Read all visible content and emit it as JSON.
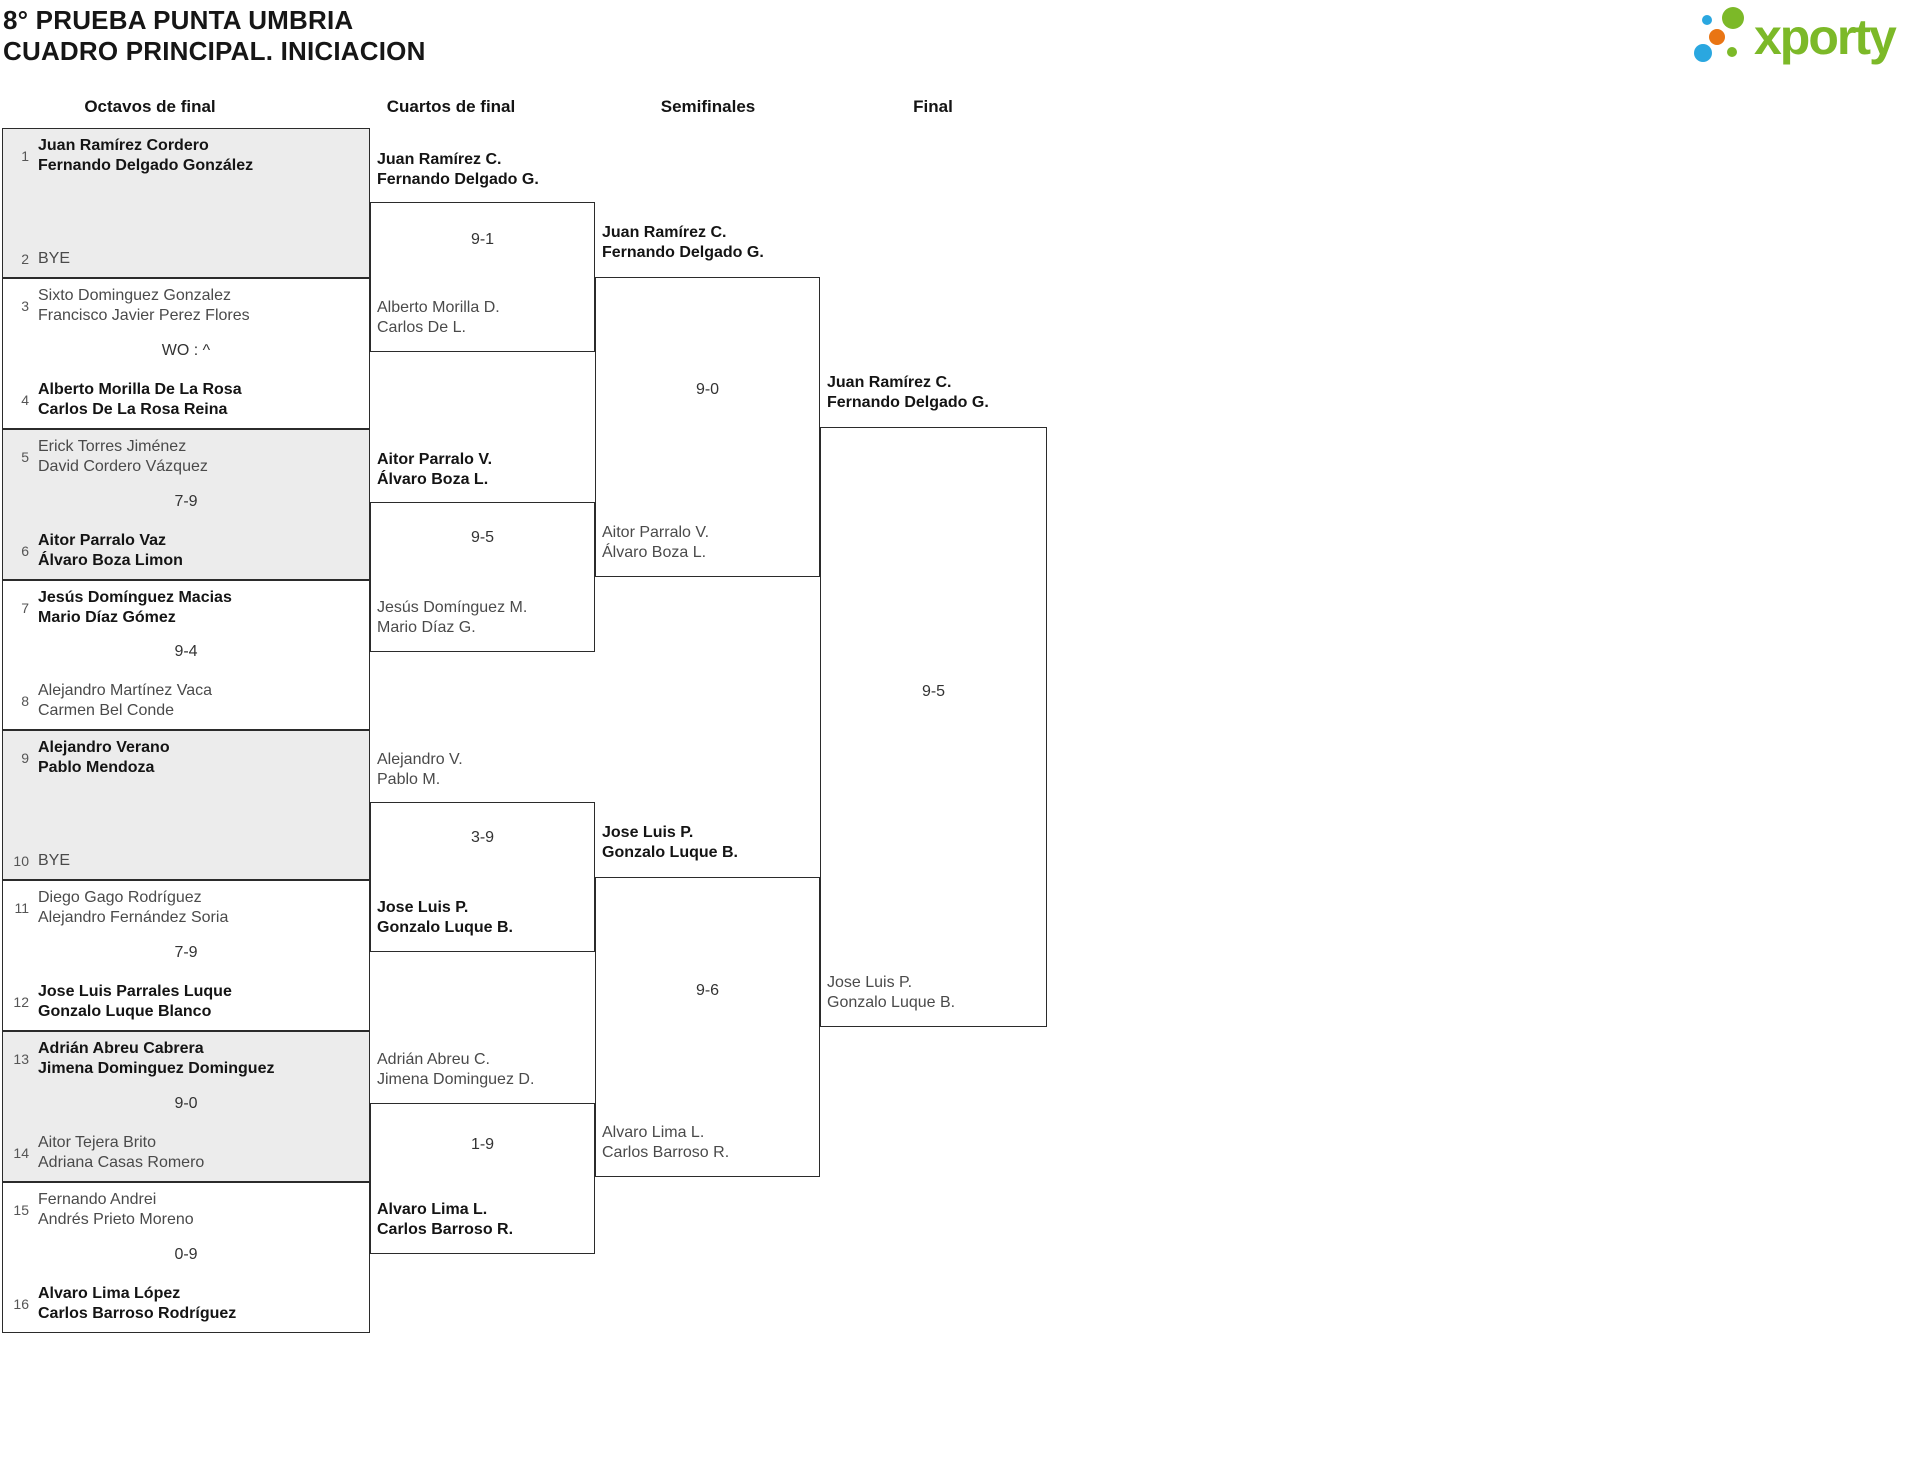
{
  "header": {
    "title_line1": "8° PRUEBA PUNTA UMBRIA",
    "title_line2": "CUADRO PRINCIPAL. INICIACION"
  },
  "logo": {
    "brand": "xporty",
    "colors": {
      "green": "#7cb928",
      "blue": "#2aa7e0",
      "orange": "#e97514"
    }
  },
  "round_headers": [
    "Octavos de final",
    "Cuartos de final",
    "Semifinales",
    "Final"
  ],
  "octavos": [
    {
      "top_seed": "1",
      "top_names": [
        "Juan Ramírez Cordero",
        "Fernando Delgado González"
      ],
      "score": "",
      "bottom_seed": "2",
      "bottom_names": [
        "BYE"
      ]
    },
    {
      "top_seed": "3",
      "top_names": [
        "Sixto Dominguez Gonzalez",
        "Francisco Javier Perez Flores"
      ],
      "score": "WO : ^",
      "bottom_seed": "4",
      "bottom_names": [
        "Alberto Morilla De La Rosa",
        "Carlos De La Rosa Reina"
      ]
    },
    {
      "top_seed": "5",
      "top_names": [
        "Erick Torres Jiménez",
        "David Cordero Vázquez"
      ],
      "score": "7-9",
      "bottom_seed": "6",
      "bottom_names": [
        "Aitor Parralo Vaz",
        "Álvaro Boza Limon"
      ]
    },
    {
      "top_seed": "7",
      "top_names": [
        "Jesús Domínguez Macias",
        "Mario Díaz Gómez"
      ],
      "score": "9-4",
      "bottom_seed": "8",
      "bottom_names": [
        "Alejandro Martínez Vaca",
        "Carmen Bel Conde"
      ]
    },
    {
      "top_seed": "9",
      "top_names": [
        "Alejandro Verano",
        "Pablo Mendoza"
      ],
      "score": "",
      "bottom_seed": "10",
      "bottom_names": [
        "BYE"
      ]
    },
    {
      "top_seed": "11",
      "top_names": [
        "Diego Gago Rodríguez",
        "Alejandro Fernández Soria"
      ],
      "score": "7-9",
      "bottom_seed": "12",
      "bottom_names": [
        "Jose Luis Parrales Luque",
        "Gonzalo Luque Blanco"
      ]
    },
    {
      "top_seed": "13",
      "top_names": [
        "Adrián Abreu Cabrera",
        "Jimena Dominguez Dominguez"
      ],
      "score": "9-0",
      "bottom_seed": "14",
      "bottom_names": [
        "Aitor Tejera Brito",
        "Adriana Casas Romero"
      ]
    },
    {
      "top_seed": "15",
      "top_names": [
        "Fernando Andrei",
        "Andrés Prieto Moreno"
      ],
      "score": "0-9",
      "bottom_seed": "16",
      "bottom_names": [
        "Alvaro Lima López",
        "Carlos Barroso Rodríguez"
      ]
    }
  ],
  "cuartos": [
    {
      "top_names": [
        "Juan Ramírez C.",
        "Fernando Delgado G."
      ],
      "score": "9-1",
      "bottom_names": [
        "Alberto Morilla D.",
        "Carlos De L."
      ]
    },
    {
      "top_names": [
        "Aitor Parralo V.",
        "Álvaro Boza L."
      ],
      "score": "9-5",
      "bottom_names": [
        "Jesús Domínguez M.",
        "Mario Díaz G."
      ]
    },
    {
      "top_names": [
        "Alejandro V.",
        "Pablo M."
      ],
      "score": "3-9",
      "bottom_names": [
        "Jose Luis P.",
        "Gonzalo Luque B."
      ]
    },
    {
      "top_names": [
        "Adrián Abreu C.",
        "Jimena Dominguez D."
      ],
      "score": "1-9",
      "bottom_names": [
        "Alvaro Lima L.",
        "Carlos Barroso R."
      ]
    }
  ],
  "semifinales": [
    {
      "top_names": [
        "Juan Ramírez C.",
        "Fernando Delgado G."
      ],
      "score": "9-0",
      "bottom_names": [
        "Aitor Parralo V.",
        "Álvaro Boza L."
      ]
    },
    {
      "top_names": [
        "Jose Luis P.",
        "Gonzalo Luque B."
      ],
      "score": "9-6",
      "bottom_names": [
        "Alvaro Lima L.",
        "Carlos Barroso R."
      ]
    }
  ],
  "final": {
    "top_names": [
      "Juan Ramírez C.",
      "Fernando Delgado G."
    ],
    "score": "9-5",
    "bottom_names": [
      "Jose Luis P.",
      "Gonzalo Luque B."
    ]
  }
}
